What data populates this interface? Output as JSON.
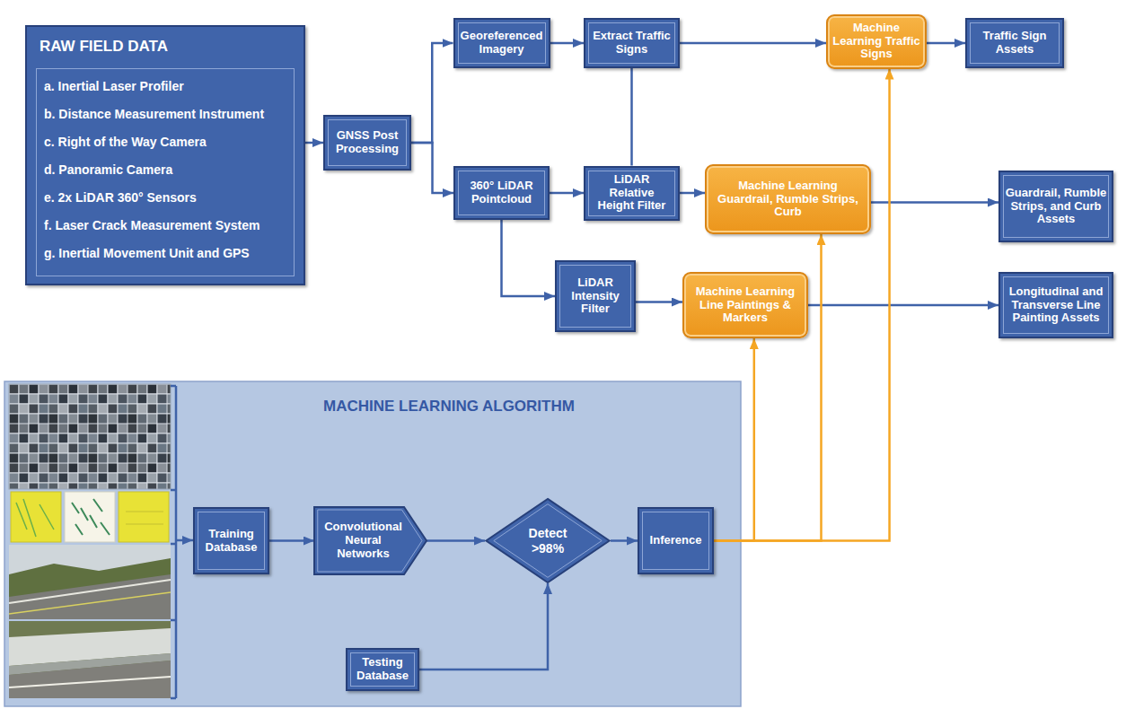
{
  "diagram": {
    "nodes": [
      {
        "text": [
          "RAW FIELD DATA",
          "a. Inertial Laser Profiler",
          "b. Distance Measurement Instrument",
          "c. Right of the Way Camera",
          "d. Panoramic Camera",
          "e. 2x LiDAR 360° Sensors",
          "f. Laser Crack Measurement System",
          "g. Inertial Movement Unit and GPS"
        ]
      },
      {
        "text": [
          "GNSS Post Processing"
        ]
      },
      {
        "text": [
          "Georeferenced Imagery"
        ]
      },
      {
        "text": [
          "Extract Traffic Signs"
        ]
      },
      {
        "text": [
          "Machine Learning Traffic Signs"
        ]
      },
      {
        "text": [
          "Traffic Sign Assets"
        ]
      },
      {
        "text": [
          "360° LiDAR Pointcloud"
        ]
      },
      {
        "text": [
          "LiDAR Relative Height Filter"
        ]
      },
      {
        "text": [
          "Machine Learning Guardrail, Rumble Strips, Curb"
        ]
      },
      {
        "text": [
          "Guardrail, Rumble Strips, and Curb Assets"
        ]
      },
      {
        "text": [
          "LiDAR Intensity Filter"
        ]
      },
      {
        "text": [
          "Machine Learning Line Paintings & Markers"
        ]
      },
      {
        "text": [
          "Longitudinal and Transverse Line Painting Assets"
        ]
      },
      {
        "text": [
          "MACHINE LEARNING ALGORITHM"
        ]
      },
      {
        "text": [
          "Training Database"
        ],
        "in": 13
      },
      {
        "text": [
          "Convolutional Neural Networks"
        ],
        "in": 13
      },
      {
        "text": [
          "Detect >98%"
        ],
        "in": 13
      },
      {
        "text": [
          "Inference"
        ],
        "in": 13
      },
      {
        "text": [
          "Testing Database"
        ],
        "in": 13
      }
    ],
    "edges": [
      {
        "from": 0,
        "to": 1,
        "arrow": "to"
      },
      {
        "from": 1,
        "to": 2,
        "arrow": "to"
      },
      {
        "from": 1,
        "to": 6,
        "arrow": "to"
      },
      {
        "from": 2,
        "to": 3,
        "arrow": "to"
      },
      {
        "from": 3,
        "to": 7,
        "arrow": "none"
      },
      {
        "from": 3,
        "to": 4,
        "arrow": "to"
      },
      {
        "from": 4,
        "to": 5,
        "arrow": "to"
      },
      {
        "from": 6,
        "to": 7,
        "arrow": "to"
      },
      {
        "from": 7,
        "to": 8,
        "arrow": "to"
      },
      {
        "from": 8,
        "to": 9,
        "arrow": "to"
      },
      {
        "from": 6,
        "to": 10,
        "arrow": "to"
      },
      {
        "from": 10,
        "to": 11,
        "arrow": "to"
      },
      {
        "from": 11,
        "to": 12,
        "arrow": "to"
      },
      {
        "from": 14,
        "to": 15,
        "arrow": "to"
      },
      {
        "from": 15,
        "to": 16,
        "arrow": "to"
      },
      {
        "from": 18,
        "to": 16,
        "arrow": "to"
      },
      {
        "from": 16,
        "to": 17,
        "arrow": "to"
      },
      {
        "from": 17,
        "to": 11,
        "arrow": "to"
      },
      {
        "from": 17,
        "to": 8,
        "arrow": "to"
      },
      {
        "from": 17,
        "to": 4,
        "arrow": "to"
      }
    ]
  }
}
